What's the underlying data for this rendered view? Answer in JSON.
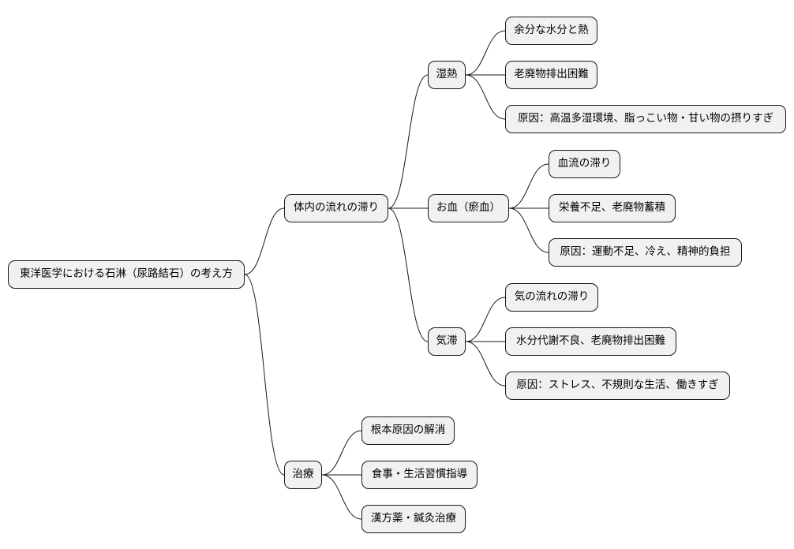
{
  "root": {
    "label": "東洋医学における石淋（尿路結石）の考え方"
  },
  "branches": [
    {
      "label": "体内の流れの滞り",
      "children": [
        {
          "label": "湿熱",
          "children": [
            {
              "label": "余分な水分と熱"
            },
            {
              "label": "老廃物排出困難"
            },
            {
              "label": "原因：高温多湿環境、脂っこい物・甘い物の摂りすぎ"
            }
          ]
        },
        {
          "label": "お血（瘀血）",
          "children": [
            {
              "label": "血流の滞り"
            },
            {
              "label": "栄養不足、老廃物蓄積"
            },
            {
              "label": "原因：運動不足、冷え、精神的負担"
            }
          ]
        },
        {
          "label": "気滞",
          "children": [
            {
              "label": "気の流れの滞り"
            },
            {
              "label": "水分代謝不良、老廃物排出困難"
            },
            {
              "label": "原因：ストレス、不規則な生活、働きすぎ"
            }
          ]
        }
      ]
    },
    {
      "label": "治療",
      "children": [
        {
          "label": "根本原因の解消"
        },
        {
          "label": "食事・生活習慣指導"
        },
        {
          "label": "漢方薬・鍼灸治療"
        }
      ]
    }
  ],
  "colors": {
    "node_fill": "#f1f1f1",
    "node_border": "#181818",
    "edge": "#181818"
  }
}
